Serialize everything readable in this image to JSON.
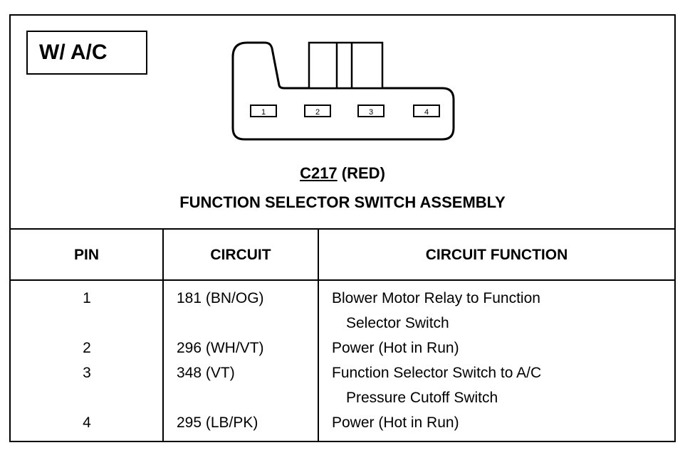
{
  "badge": "W/ A/C",
  "connector": {
    "id": "C217",
    "color": "(RED)",
    "name": "FUNCTION SELECTOR SWITCH ASSEMBLY",
    "pins": [
      "1",
      "2",
      "3",
      "4"
    ]
  },
  "table": {
    "headers": {
      "pin": "PIN",
      "circuit": "CIRCUIT",
      "function": "CIRCUIT FUNCTION"
    },
    "rows": [
      {
        "pin": "1",
        "circuit": "181 (BN/OG)",
        "function": [
          "Blower Motor Relay to Function",
          "Selector Switch"
        ]
      },
      {
        "pin": "2",
        "circuit": "296 (WH/VT)",
        "function": [
          "Power (Hot in Run)"
        ]
      },
      {
        "pin": "3",
        "circuit": "348 (VT)",
        "function": [
          "Function Selector Switch to A/C",
          "Pressure Cutoff Switch"
        ]
      },
      {
        "pin": "4",
        "circuit": "295 (LB/PK)",
        "function": [
          "Power (Hot in Run)"
        ]
      }
    ]
  }
}
